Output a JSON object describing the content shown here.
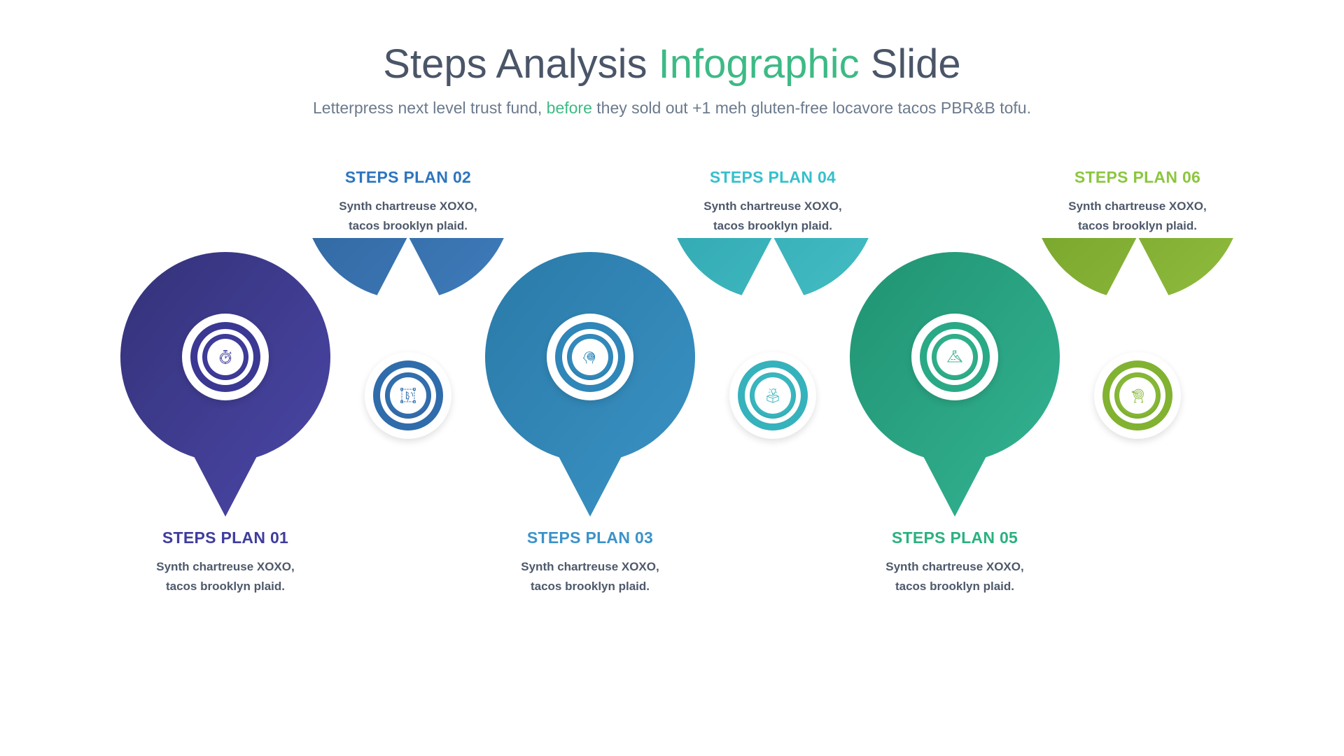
{
  "header": {
    "title_part1": "Steps Analysis ",
    "title_accent": "Infographic",
    "title_part2": " Slide",
    "subtitle_part1": "Letterpress next level trust fund, ",
    "subtitle_accent": "before",
    "subtitle_part2": " they sold out +1 meh gluten-free locavore tacos PBR&B tofu.",
    "title_color": "#4a5568",
    "accent_color": "#3dba85",
    "subtitle_color": "#6b7a8d"
  },
  "steps": [
    {
      "label": "STEPS PLAN 01",
      "body_line1": "Synth chartreuse XOXO,",
      "body_line2": "tacos brooklyn plaid.",
      "icon": "stopwatch-icon",
      "label_color": "#3f3d9e",
      "color_light": "#4b47a8",
      "color_dark": "#343279",
      "ring_color": "#3b3893",
      "core_color": "#3e3b99",
      "caption_position": "bottom"
    },
    {
      "label": "STEPS PLAN 02",
      "body_line1": "Synth chartreuse XOXO,",
      "body_line2": "tacos brooklyn plaid.",
      "icon": "vector-design-icon",
      "label_color": "#2d75bf",
      "color_light": "#3f7cbb",
      "color_dark": "#2c6097",
      "ring_color": "#2f6cab",
      "core_color": "#336ead",
      "caption_position": "top"
    },
    {
      "label": "STEPS PLAN 03",
      "body_line1": "Synth chartreuse XOXO,",
      "body_line2": "tacos brooklyn plaid.",
      "icon": "mind-maze-icon",
      "label_color": "#3b93c9",
      "color_light": "#3a93c4",
      "color_dark": "#2a7aa8",
      "ring_color": "#2f86b8",
      "core_color": "#3289bb",
      "caption_position": "bottom"
    },
    {
      "label": "STEPS PLAN 04",
      "body_line1": "Synth chartreuse XOXO,",
      "body_line2": "tacos brooklyn plaid.",
      "icon": "idea-box-icon",
      "label_color": "#35c0cb",
      "color_light": "#44bcc4",
      "color_dark": "#2ba2ab",
      "ring_color": "#35b2bc",
      "core_color": "#39b6bf",
      "caption_position": "top"
    },
    {
      "label": "STEPS PLAN 05",
      "body_line1": "Synth chartreuse XOXO,",
      "body_line2": "tacos brooklyn plaid.",
      "icon": "mountain-flag-icon",
      "label_color": "#2bb180",
      "color_light": "#34b493",
      "color_dark": "#209372",
      "ring_color": "#2aa986",
      "core_color": "#2fae8a",
      "caption_position": "bottom"
    },
    {
      "label": "STEPS PLAN 06",
      "body_line1": "Synth chartreuse XOXO,",
      "body_line2": "tacos brooklyn plaid.",
      "icon": "target-arrow-icon",
      "label_color": "#8cc63f",
      "color_light": "#8fbc3d",
      "color_dark": "#6f9c25",
      "ring_color": "#81b231",
      "core_color": "#86b736",
      "caption_position": "top"
    }
  ]
}
